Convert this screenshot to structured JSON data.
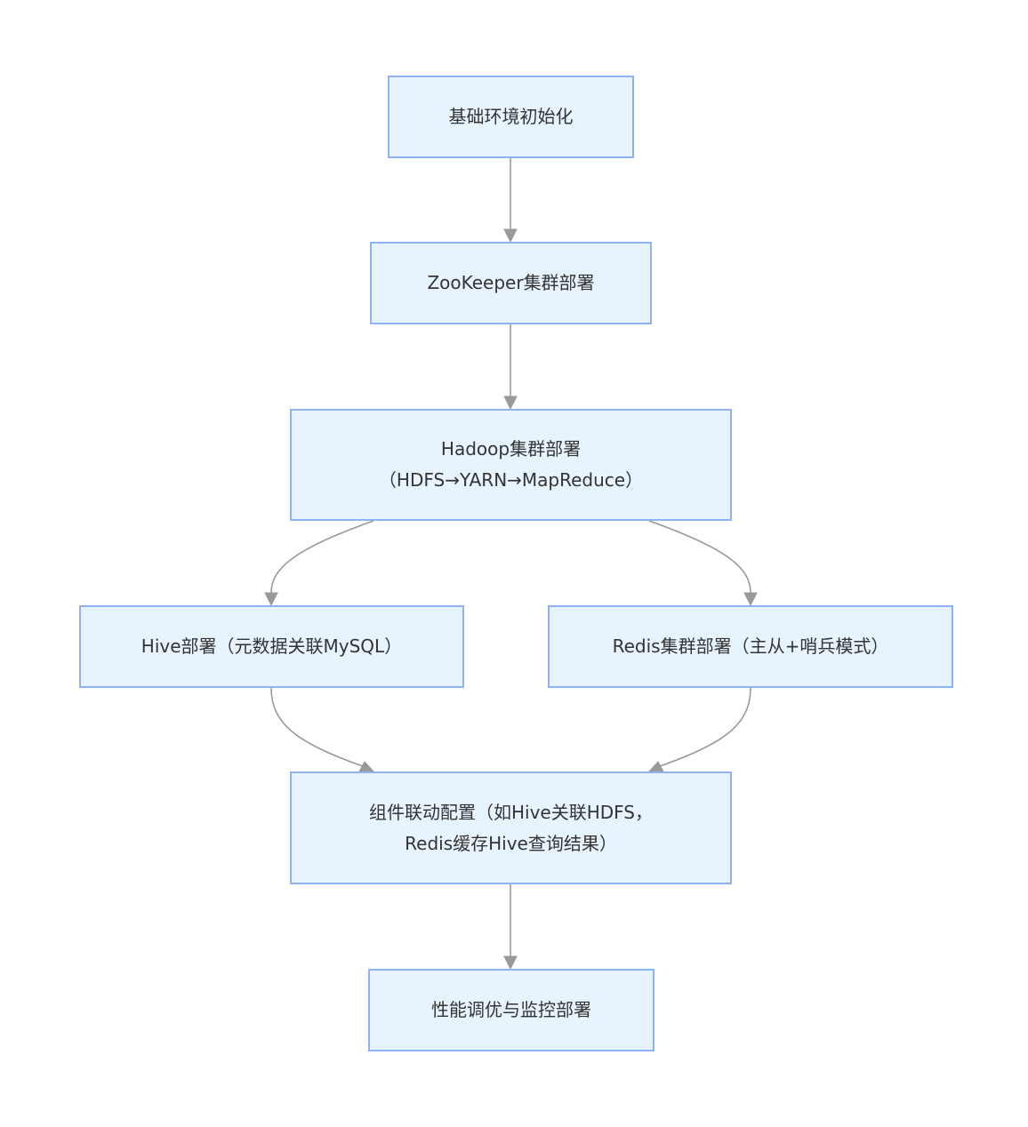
{
  "diagram": {
    "type": "flowchart",
    "colors": {
      "node_fill": "#e8f4fd",
      "node_border": "#8fb2f1",
      "edge": "#999999",
      "text": "#333333"
    },
    "nodes": {
      "n1": {
        "line1": "基础环境初始化"
      },
      "n2": {
        "line1": "ZooKeeper集群部署"
      },
      "n3": {
        "line1": "Hadoop集群部署",
        "line2": "（HDFS→YARN→MapReduce）"
      },
      "n4": {
        "line1": "Hive部署（元数据关联MySQL）"
      },
      "n5": {
        "line1": "Redis集群部署（主从+哨兵模式）"
      },
      "n6": {
        "line1": "组件联动配置（如Hive关联HDFS，",
        "line2": "Redis缓存Hive查询结果）"
      },
      "n7": {
        "line1": "性能调优与监控部署"
      }
    },
    "edges": [
      {
        "from": "n1",
        "to": "n2"
      },
      {
        "from": "n2",
        "to": "n3"
      },
      {
        "from": "n3",
        "to": "n4"
      },
      {
        "from": "n3",
        "to": "n5"
      },
      {
        "from": "n4",
        "to": "n6"
      },
      {
        "from": "n5",
        "to": "n6"
      },
      {
        "from": "n6",
        "to": "n7"
      }
    ]
  }
}
